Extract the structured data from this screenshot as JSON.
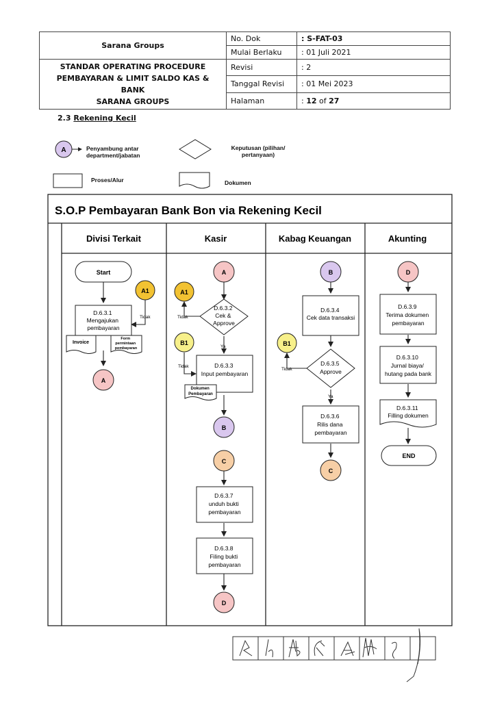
{
  "header": {
    "company": "Sarana Groups",
    "title_lines": [
      "STANDAR OPERATING PROCEDURE",
      "PEMBAYARAN & LIMIT SALDO KAS & BANK",
      "SARANA GROUPS"
    ],
    "rows": [
      {
        "label": "No. Dok",
        "value": ": S-FAT-03"
      },
      {
        "label": "Mulai Berlaku",
        "value": ": 01 Juli 2021"
      },
      {
        "label": "Revisi",
        "value": ": 2"
      },
      {
        "label": "Tanggal Revisi",
        "value": ": 01 Mei 2023"
      },
      {
        "label": "Halaman",
        "value_prefix": ": ",
        "page": "12",
        "of": " of ",
        "total": "27"
      }
    ]
  },
  "section": {
    "number": "2.3",
    "title": "Rekening Kecil"
  },
  "legend": {
    "connector_letter": "A",
    "connector": "Penyambung antar department/jabatan",
    "decision": "Keputusan (pilihan/ pertanyaan)",
    "process": "Proses/Alur",
    "document": "Dokumen"
  },
  "flowchart": {
    "title": "S.O.P Pembayaran Bank Bon via Rekening Kecil",
    "lanes": [
      "Divisi Terkait",
      "Kasir",
      "Kabag Keuangan",
      "Akunting"
    ],
    "divisi": {
      "start": "Start",
      "step": [
        "D.6.3.1",
        "Mengajukan",
        "pembayaran"
      ],
      "doc1": "Invoice",
      "doc2": [
        "Form",
        "permintaan",
        "pembayaran"
      ],
      "conn_in": "A1",
      "no_label": "Tidak",
      "conn_out": "A"
    },
    "kasir": {
      "conn_top": "A",
      "decision1": [
        "D.6.3.2",
        "Cek &",
        "Approve"
      ],
      "no1_conn": "A1",
      "no1_label": "Tidak",
      "yes1_label": "Ya",
      "no2_conn": "B1",
      "no2_label": "Tidak",
      "step3": [
        "D.6.3.3",
        "Input pembayaran"
      ],
      "doc3": [
        "Dokumen",
        "Pembayaran"
      ],
      "conn_b": "B",
      "conn_c": "C",
      "step7": [
        "D.6.3.7",
        "unduh bukti",
        "pembayaran"
      ],
      "step8": [
        "D.6.3.8",
        "Filing bukti",
        "pembayaran"
      ],
      "conn_d": "D"
    },
    "keuangan": {
      "conn_top": "B",
      "step4": [
        "D.6.3.4",
        "Cek data transaksi"
      ],
      "no_conn": "B1",
      "no_label": "Tidak",
      "decision": [
        "D.6.3.5",
        "Approve"
      ],
      "yes_label": "Ya",
      "step6": [
        "D.6.3.6",
        "Rilis dana",
        "pembayaran"
      ],
      "conn_c": "C"
    },
    "akunting": {
      "conn_top": "D",
      "step9": [
        "D.6.3.9",
        "Terima dokumen",
        "pembayaran"
      ],
      "step10": [
        "D.6.3.10",
        "Jurnal biaya/",
        "hutang pada bank"
      ],
      "step11": [
        "D.6.3.11",
        "Filling dokumen"
      ],
      "end": "END"
    }
  },
  "colors": {
    "connector_A": "#d9c7ee",
    "connector_B": "#d9c7ee",
    "connector_C": "#f7cfa6",
    "connector_D": "#f6c5c5",
    "connector_A1": "#f2c232",
    "connector_B1": "#f7f08a",
    "line": "#222222"
  }
}
